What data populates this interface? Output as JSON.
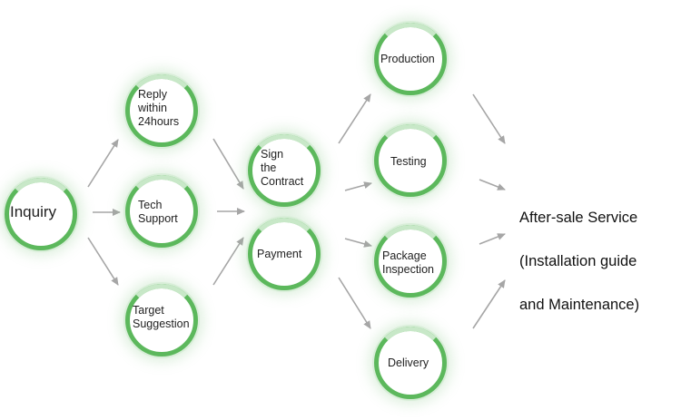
{
  "nodes": {
    "inquiry": "Inquiry",
    "reply": "Reply\nwithin\n24hours",
    "tech_support": "Tech\nSupport",
    "target_suggestion": "Target\nSuggestion",
    "sign_contract": "Sign\nthe\nContract",
    "payment": "Payment",
    "production": "Production",
    "testing": "Testing",
    "package_inspection": "Package\nInspection",
    "delivery": "Delivery"
  },
  "after_sale": {
    "line1": "After-sale Service",
    "line2": "(Installation guide",
    "line3": "and Maintenance)"
  },
  "colors": {
    "ring": "#5cb85c",
    "ring_highlight": "#c8e8c8",
    "arrow": "#a6a6a6"
  }
}
